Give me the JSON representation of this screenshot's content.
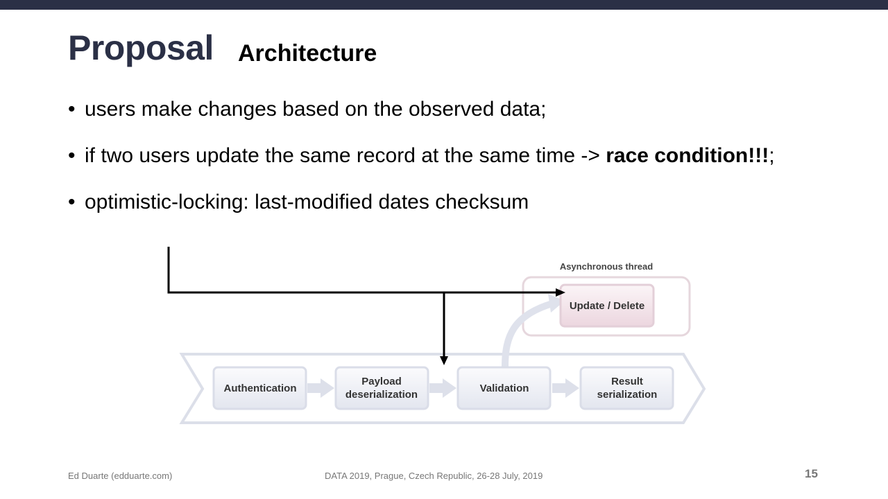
{
  "slide": {
    "title": "Proposal",
    "subtitle": "Architecture",
    "bullets": [
      {
        "text": "users make changes based on the observed data;",
        "bold": "",
        "suffix": ""
      },
      {
        "text": "if two users update the same record at the same time -> ",
        "bold": "race condition!!!",
        "suffix": ";"
      },
      {
        "text": "optimistic-locking: last-modified dates checksum",
        "bold": "",
        "suffix": ""
      }
    ]
  },
  "diagram": {
    "async_label": "Asynchronous thread",
    "update_box": "Update / Delete",
    "stages": [
      {
        "line1": "Authentication",
        "line2": ""
      },
      {
        "line1": "Payload",
        "line2": "deserialization"
      },
      {
        "line1": "Validation",
        "line2": ""
      },
      {
        "line1": "Result",
        "line2": "serialization"
      }
    ]
  },
  "footer": {
    "author": "Ed Duarte (edduarte.com)",
    "event": "DATA 2019, Prague, Czech Republic, 26-28 July, 2019",
    "page_number": "15"
  }
}
